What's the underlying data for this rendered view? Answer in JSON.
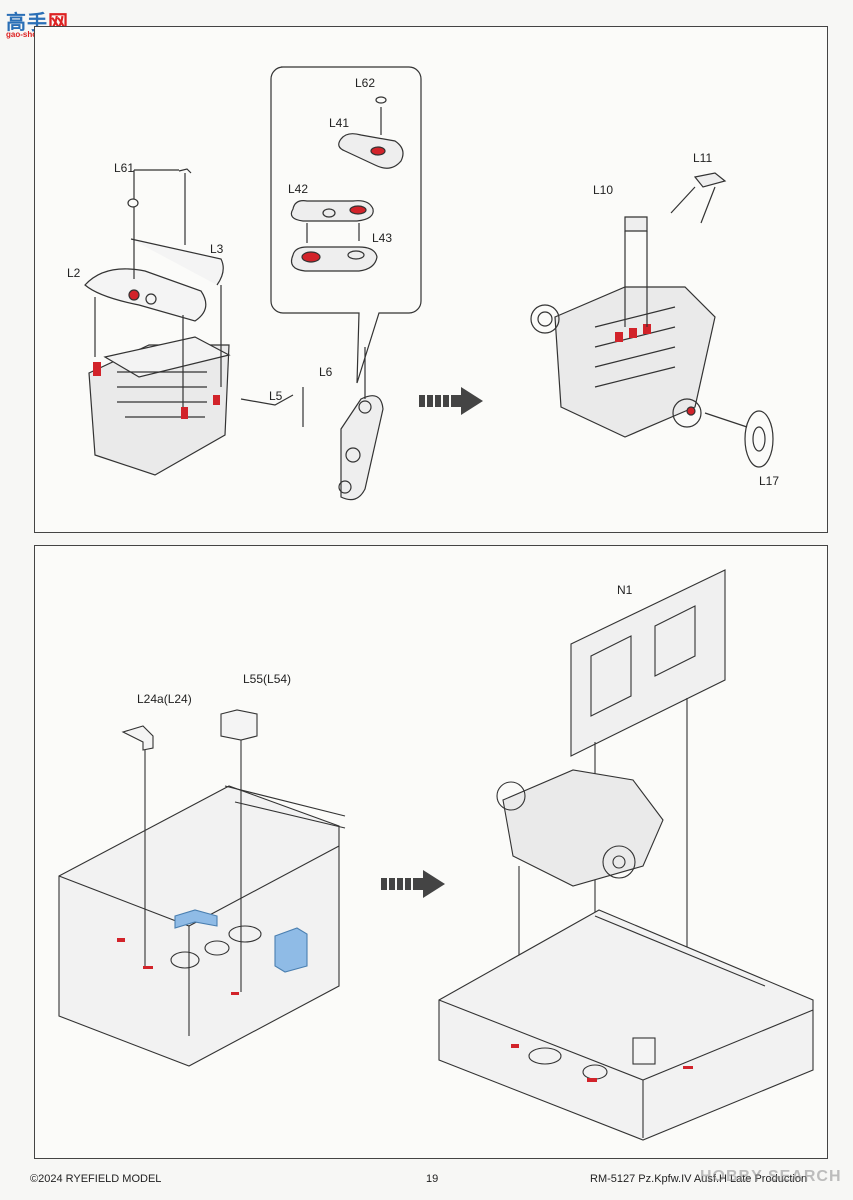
{
  "watermark_top": {
    "glyphs": "高手",
    "glyph_red": "网",
    "url": "gao-shou.com"
  },
  "step_top": {
    "labels": {
      "l61": "L61",
      "l3": "L3",
      "l2": "L2",
      "l62": "L62",
      "l41": "L41",
      "l42": "L42",
      "l43": "L43",
      "l5": "L5",
      "l6": "L6",
      "l11": "L11",
      "l10": "L10",
      "l17": "L17"
    }
  },
  "step_bottom": {
    "labels": {
      "l24a": "L24a(L24)",
      "l55": "L55(L54)",
      "n1": "N1"
    }
  },
  "footer": {
    "copyright": "©2024 RYEFIELD MODEL",
    "page_number": "19",
    "product": "RM-5127 Pz.Kpfw.IV Ausf.H Late Production"
  },
  "watermark_bottom": "HOBBY SEARCH",
  "colors": {
    "highlight_blue": "#8fbbe6",
    "mark_red": "#d2232a",
    "line": "#333333"
  }
}
